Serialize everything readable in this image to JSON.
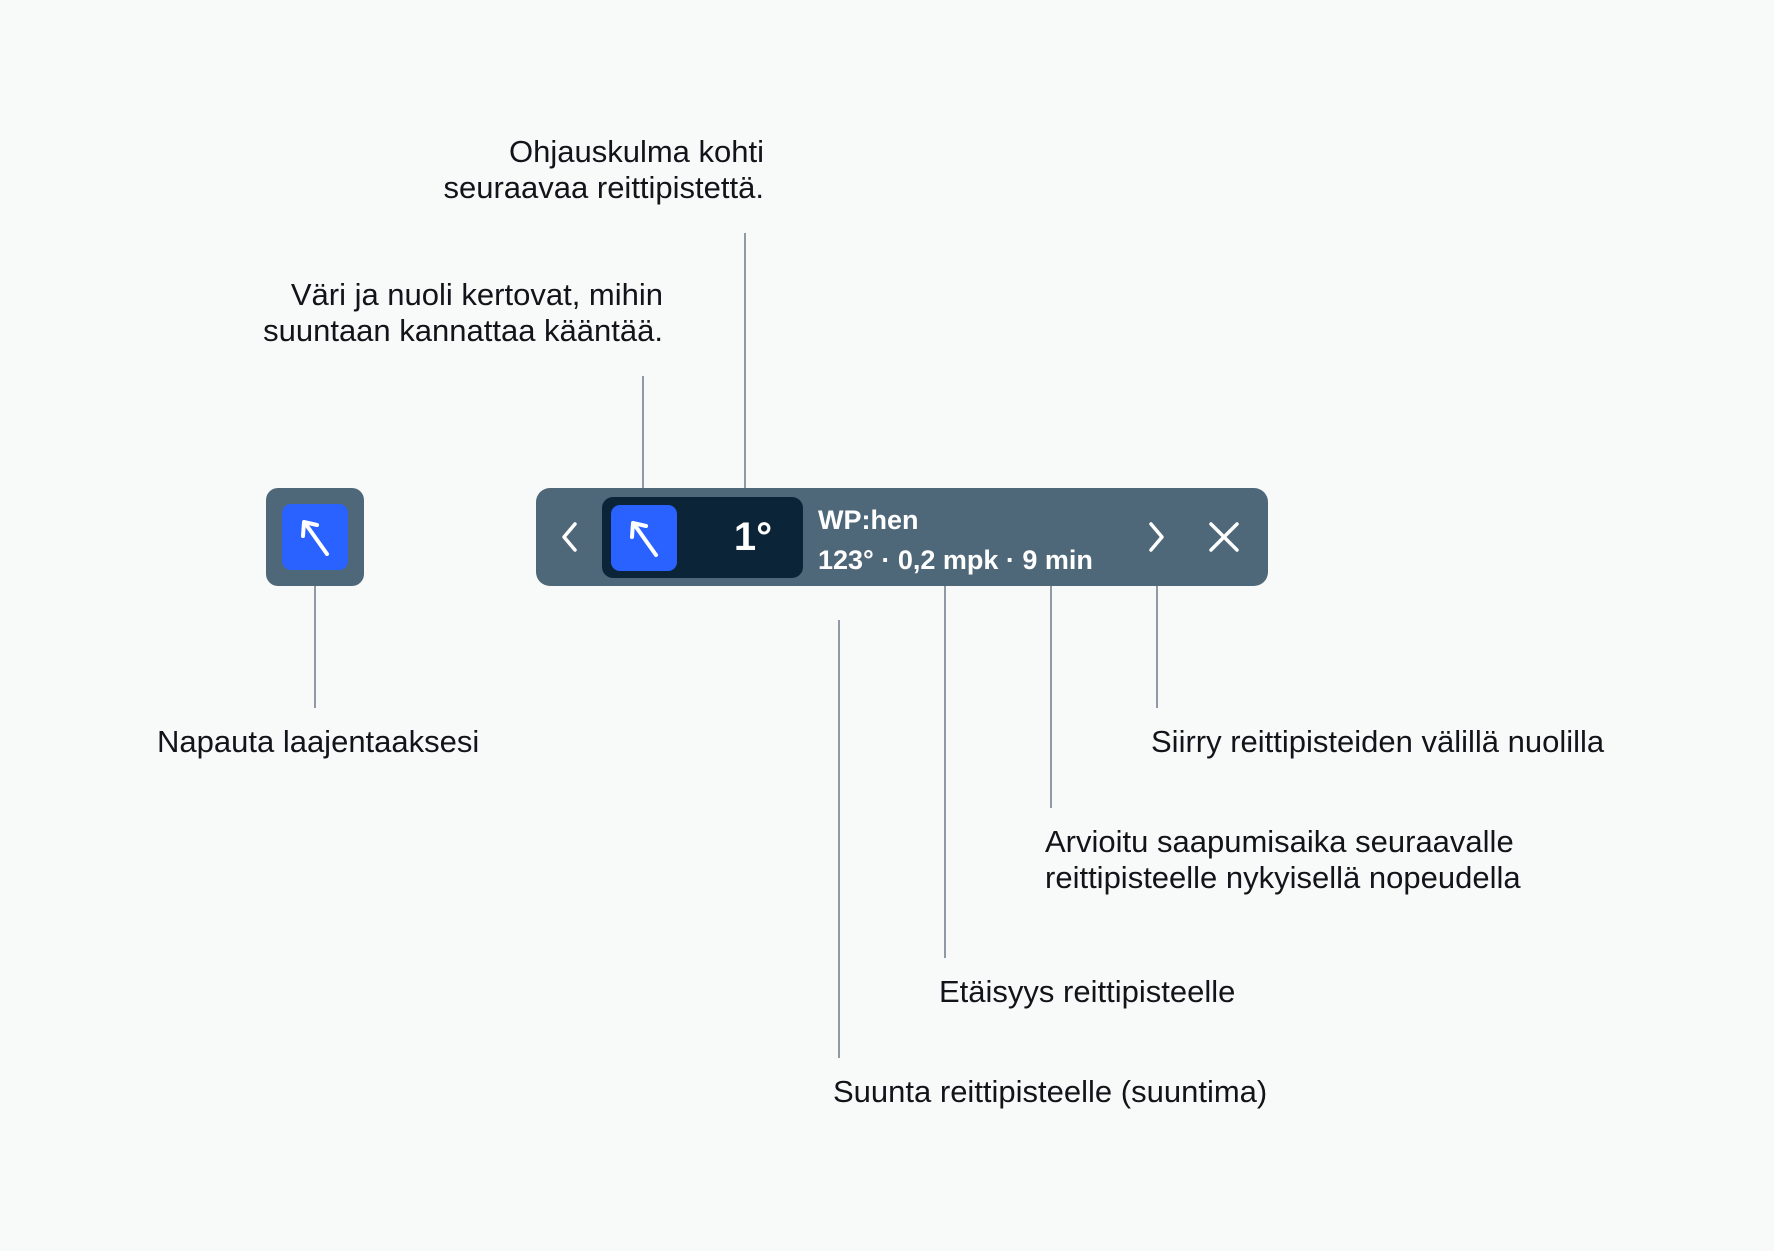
{
  "colors": {
    "background": "#f8f9f9",
    "bar": "#4e6879",
    "steer_box": "#0c2438",
    "accent_blue": "#2962ff",
    "leader_line": "#8e9aa6"
  },
  "callouts": {
    "steering_angle": [
      "Ohjauskulma kohti",
      "seuraavaa reittipistettä."
    ],
    "color_arrow": [
      "Väri ja nuoli kertovat, mihin",
      "suuntaan kannattaa kääntää."
    ],
    "tap_expand": "Napauta laajentaaksesi",
    "navigate": "Siirry reittipisteiden välillä nuolilla",
    "eta": [
      "Arvioitu saapumisaika seuraavalle",
      "reittipisteelle nykyisellä nopeudella"
    ],
    "distance": "Etäisyys reittipisteelle",
    "bearing": "Suunta reittipisteelle (suuntima)"
  },
  "widget": {
    "mini_icon": "arrow-up-left-icon",
    "prev_icon": "chevron-left-icon",
    "next_icon": "chevron-right-icon",
    "close_icon": "close-icon",
    "steer_icon": "arrow-up-left-icon",
    "steering_angle": "1°",
    "waypoint_title": "WP:hen",
    "waypoint_info": "123° · 0,2 mpk · 9 min"
  }
}
